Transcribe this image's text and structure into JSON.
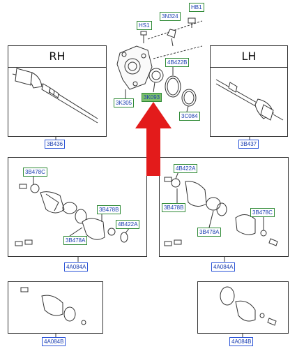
{
  "panels": {
    "rh_title": "RH",
    "lh_title": "LH"
  },
  "labels": {
    "hb1": "HB1",
    "n324": "3N324",
    "hs1": "HS1",
    "b422_top": "4B422B",
    "k305": "3K305",
    "k093": "3K093",
    "c084": "3C084",
    "b436": "3B436",
    "b437": "3B437",
    "l_b478c": "3B478C",
    "l_b478b": "3B478B",
    "l_b422a": "4B422A",
    "l_b478a": "3B478A",
    "l_a084a": "4A084A",
    "r_b422a": "4B422A",
    "r_b478b": "3B478B",
    "r_b478c": "3B478C",
    "r_b478a": "3B478A",
    "r_a084a": "4A084A",
    "l_a084b": "4A084B",
    "r_a084b": "4A084B"
  },
  "colors": {
    "label_border": "#2f8a36",
    "label_text": "#1a3db0",
    "selected_fill": "#7bbf6a",
    "arrow": "#e31b1b",
    "outline": "#333333"
  },
  "icons": {
    "pointer": "red-up-arrow-icon"
  }
}
